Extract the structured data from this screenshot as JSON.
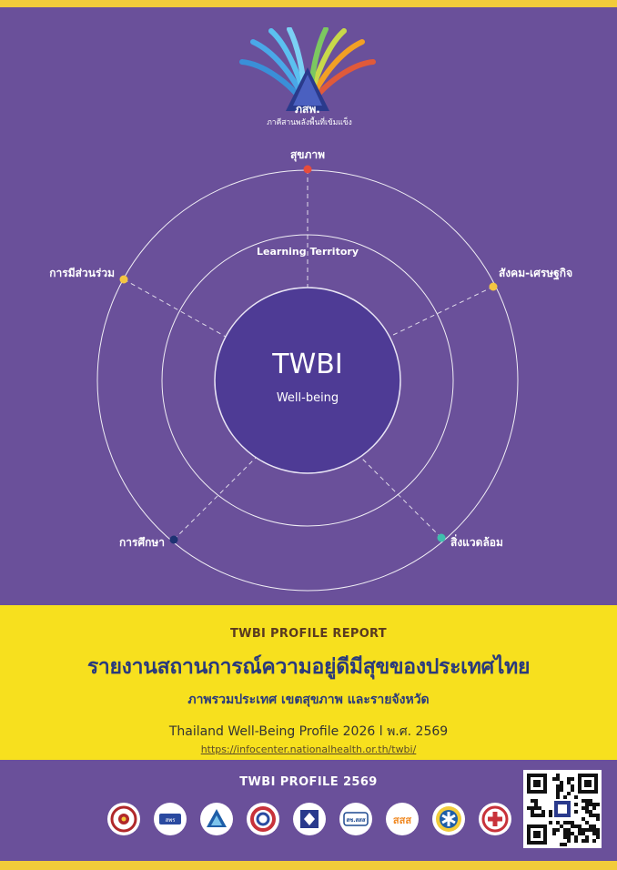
{
  "logo": {
    "text": "ภสพ.",
    "tagline": "ภาคีสานพลังพื้นที่เข้มแข็ง"
  },
  "diagram": {
    "center_title": "TWBI",
    "center_subtitle": "Well-being",
    "ring_label": "Learning Territory",
    "nodes": [
      {
        "label": "สุขภาพ",
        "color": "#e74c3c"
      },
      {
        "label": "สังคม-เศรษฐกิจ",
        "color": "#f4c542"
      },
      {
        "label": "สิ่งแวดล้อม",
        "color": "#3fbfad"
      },
      {
        "label": "การศึกษา",
        "color": "#1e3272"
      },
      {
        "label": "การมีส่วนร่วม",
        "color": "#f4c542"
      }
    ]
  },
  "report": {
    "kicker": "TWBI PROFILE REPORT",
    "title_th": "รายงานสถานการณ์ความอยู่ดีมีสุขของประเทศไทย",
    "subtitle_th": "ภาพรวมประเทศ เขตสุขภาพ และรายจังหวัด",
    "subtitle_en": "Thailand Well-Being Profile 2026 l พ.ศ. 2569",
    "url": "https://infocenter.nationalhealth.or.th/twbi/"
  },
  "footer": {
    "profile_label": "TWBI PROFILE  2569",
    "partners": [
      {
        "icon": "red-seal-emblem-icon",
        "text": ""
      },
      {
        "icon": "blue-agency-logo-icon",
        "text": "สพร"
      },
      {
        "icon": "mountain-triangle-logo-icon",
        "text": ""
      },
      {
        "icon": "red-blue-ring-logo-icon",
        "text": ""
      },
      {
        "icon": "blue-square-emblem-icon",
        "text": ""
      },
      {
        "icon": "university-logo-icon",
        "text": "สช.สสส"
      },
      {
        "icon": "thaihealth-logo-icon",
        "text": "สสส"
      },
      {
        "icon": "star-of-life-icon",
        "text": ""
      },
      {
        "icon": "red-cross-logo-icon",
        "text": ""
      }
    ]
  }
}
